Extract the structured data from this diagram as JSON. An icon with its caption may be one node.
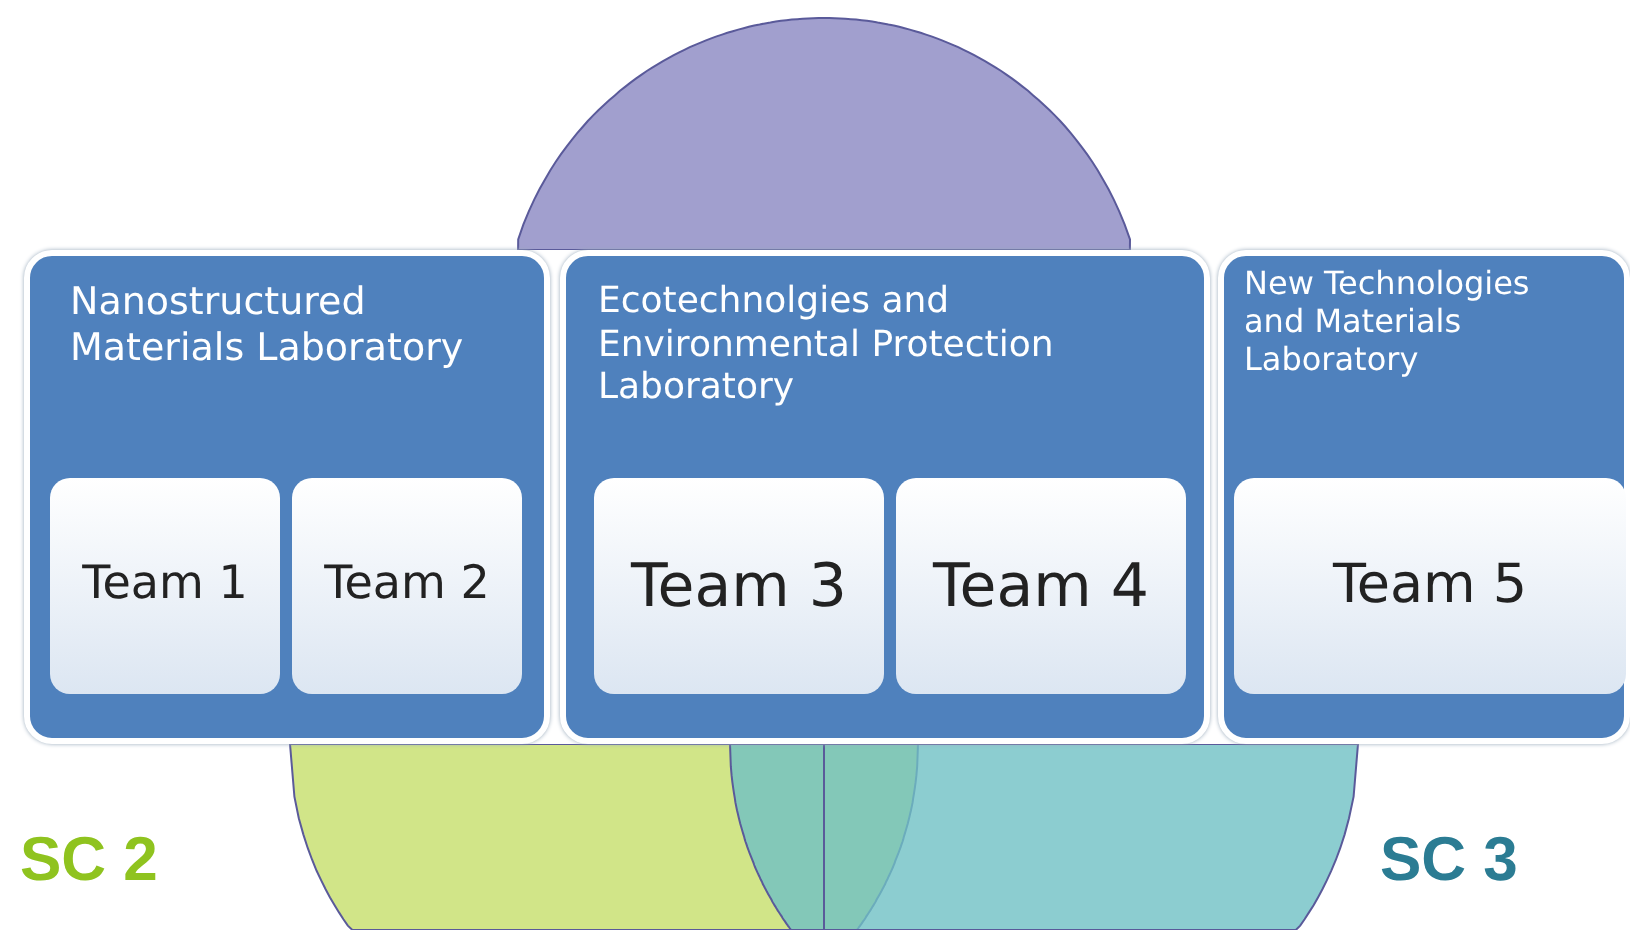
{
  "diagram": {
    "nodes": [
      {
        "text": [
          "Nanostructured Materials Laboratory"
        ]
      },
      {
        "text": [
          "Team 1"
        ],
        "in": 0
      },
      {
        "text": [
          "Team 2"
        ],
        "in": 0
      },
      {
        "text": [
          "Ecotechnolgies and Environmental Protection Laboratory"
        ]
      },
      {
        "text": [
          "Team 3"
        ],
        "in": 3
      },
      {
        "text": [
          "Team 4"
        ],
        "in": 3
      },
      {
        "text": [
          "New Technologies and Materials Laboratory"
        ]
      },
      {
        "text": [
          "Team 5"
        ],
        "in": 6
      },
      {
        "text": [],
        "shape": "circle"
      },
      {
        "text": [],
        "shape": "circle",
        "beside": [
          "SC 2"
        ]
      },
      {
        "text": [],
        "shape": "circle",
        "beside": [
          "SC 3"
        ]
      }
    ],
    "edges": []
  }
}
